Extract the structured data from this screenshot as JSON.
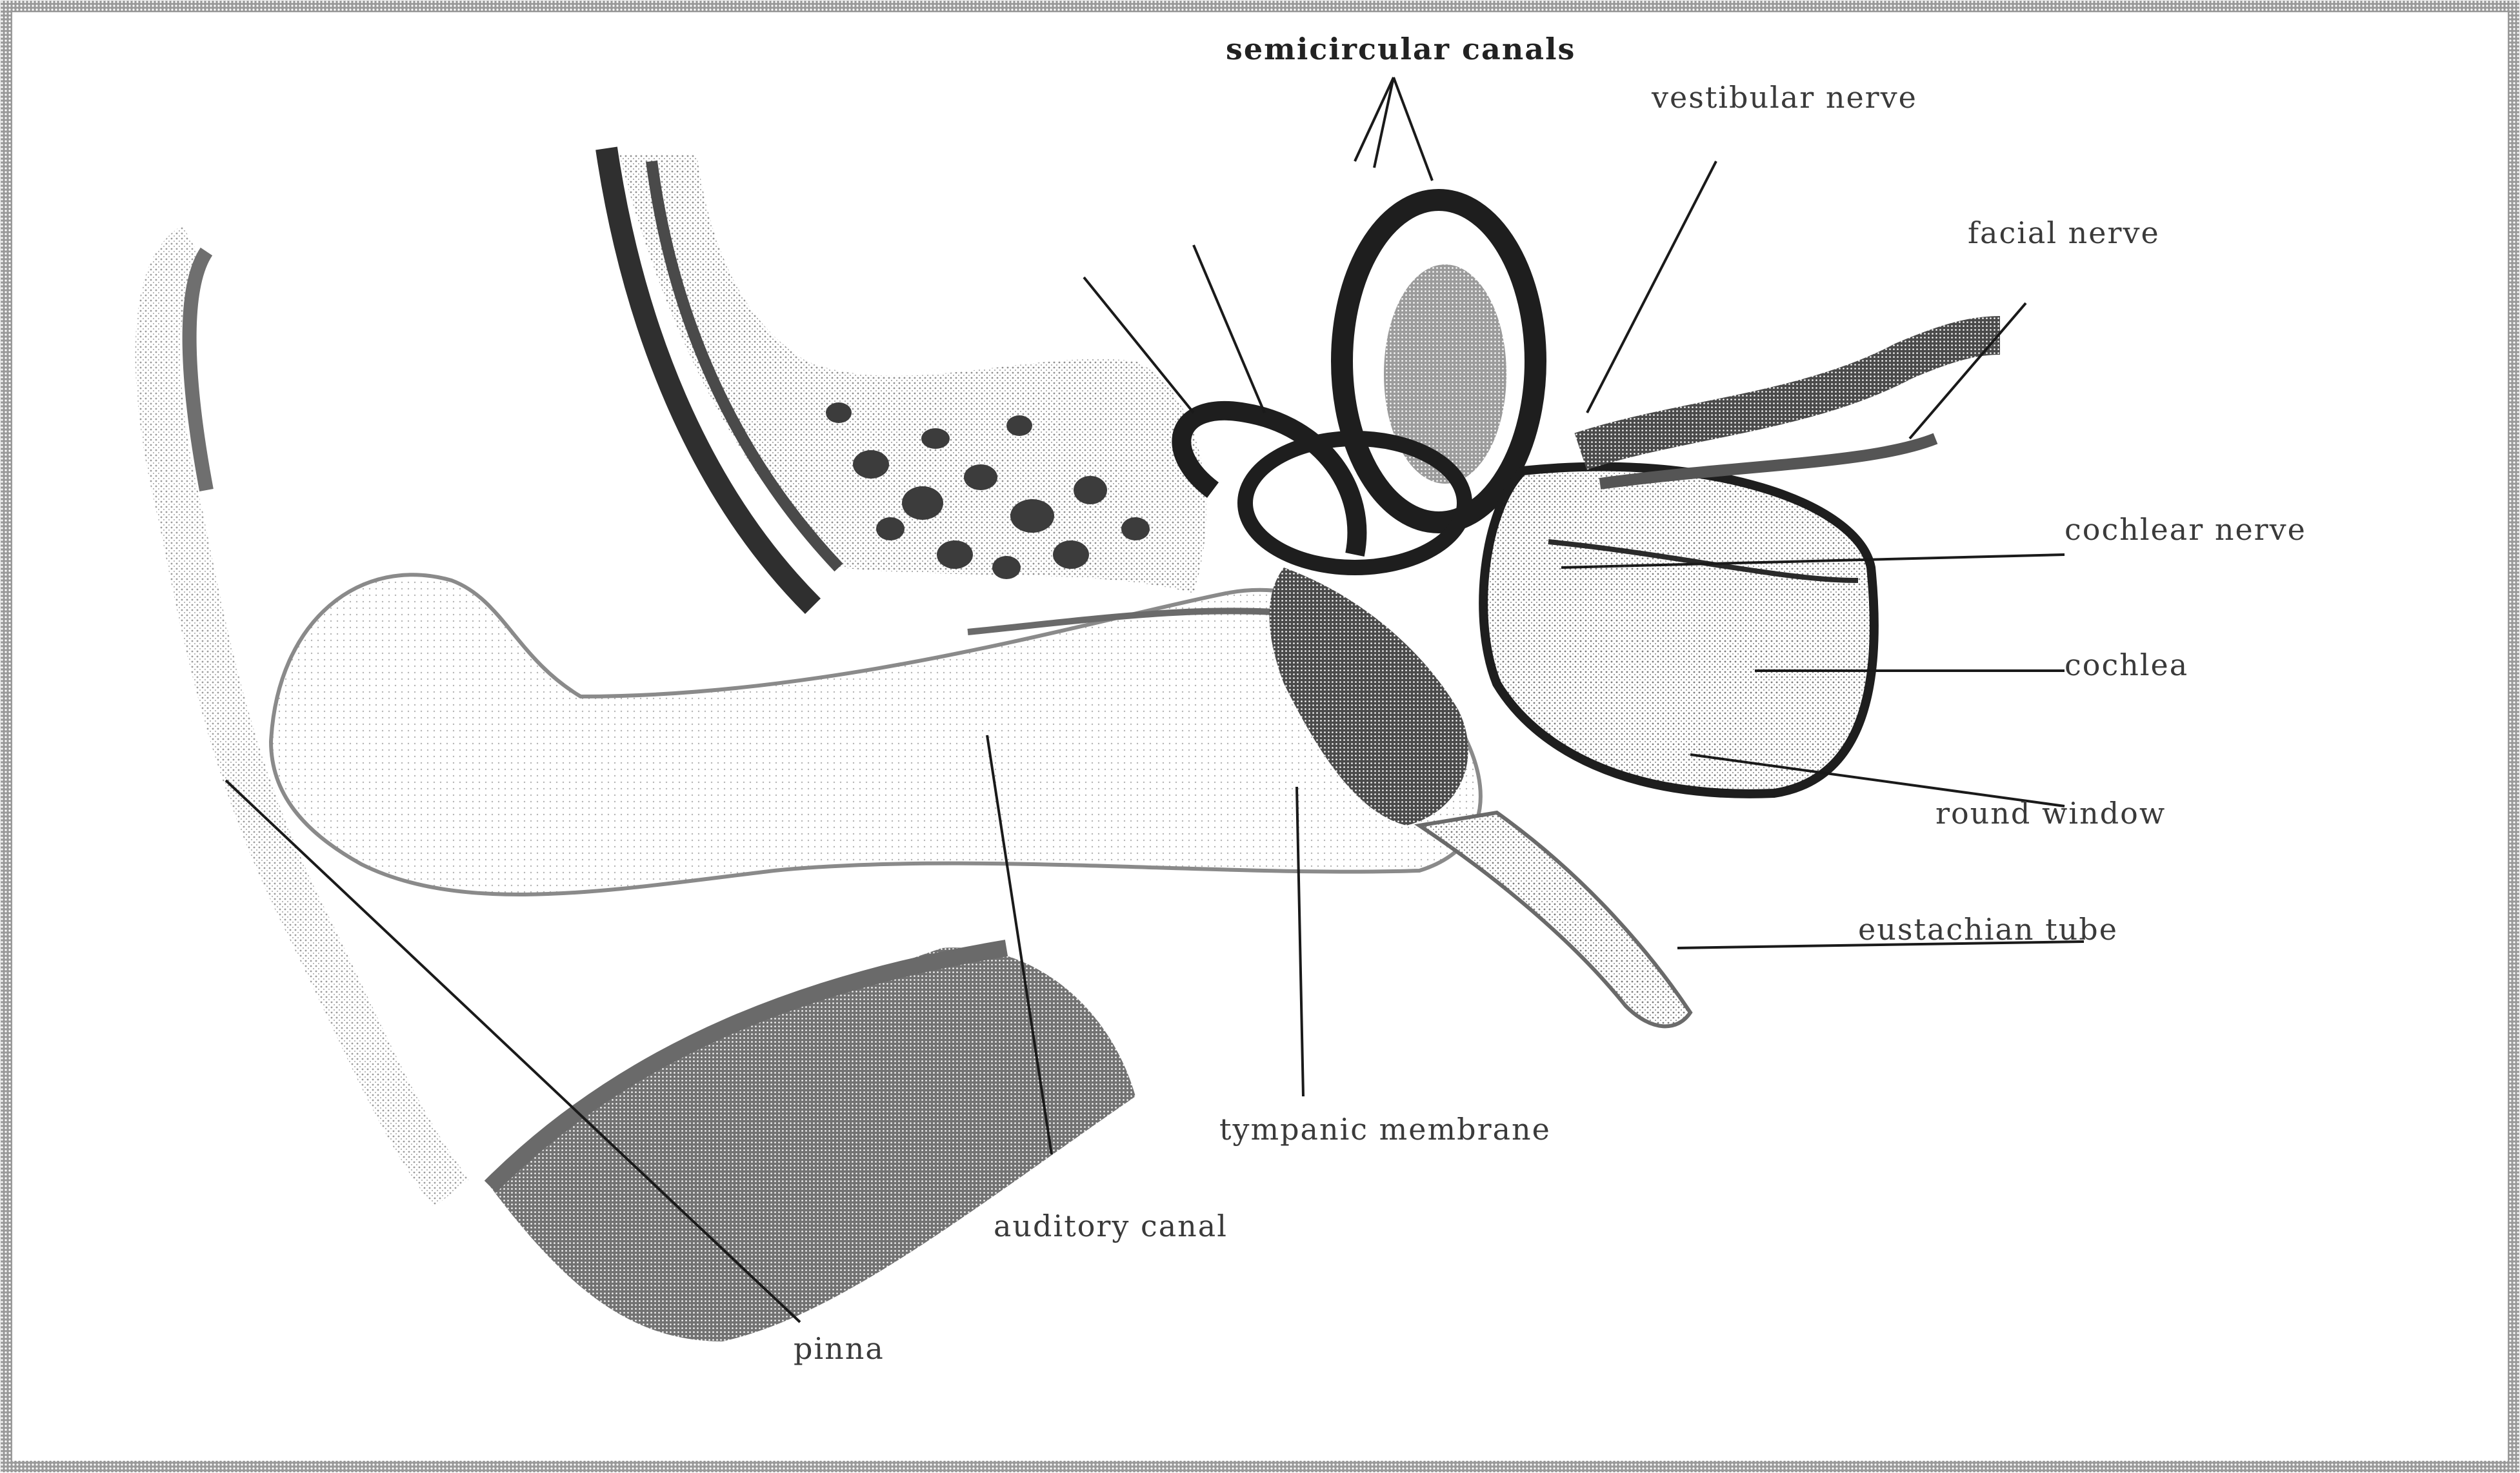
{
  "figure": {
    "labels": {
      "semicircular_canals": "semicircular canals",
      "vestibular_nerve": "vestibular nerve",
      "facial_nerve": "facial nerve",
      "cochlear_nerve": "cochlear nerve",
      "cochlea": "cochlea",
      "round_window": "round window",
      "eustachian_tube": "eustachian tube",
      "tympanic_membrane": "tympanic membrane",
      "auditory_canal": "auditory canal",
      "pinna": "pinna"
    }
  }
}
